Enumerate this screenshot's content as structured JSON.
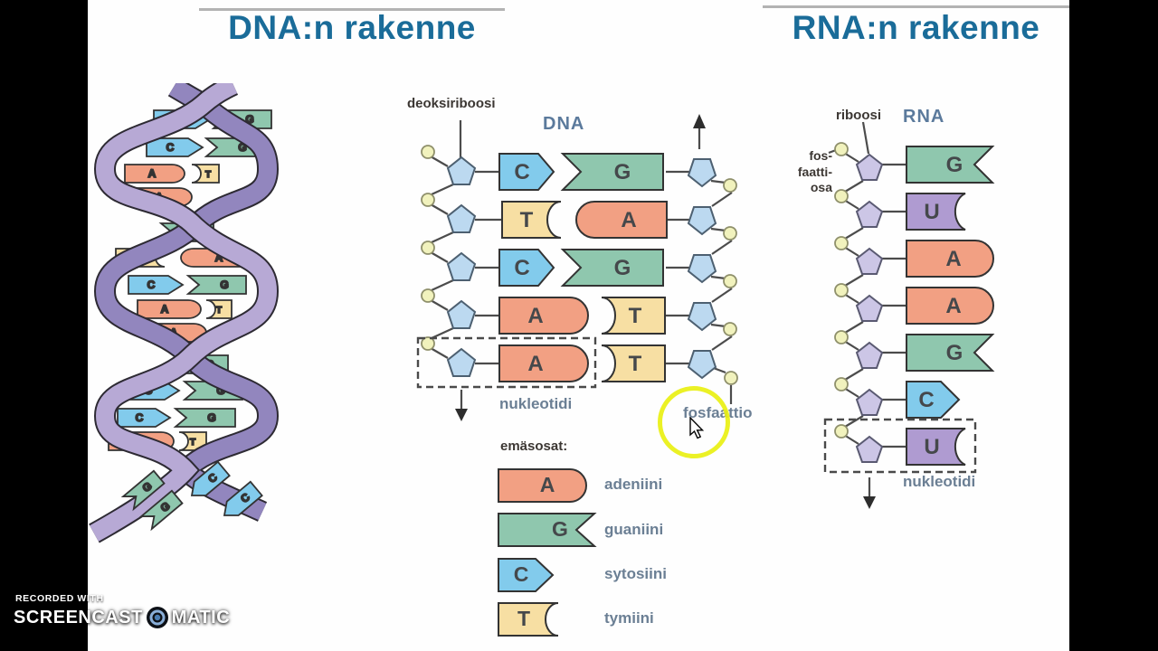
{
  "titles": {
    "dna": "DNA:n rakenne",
    "rna": "RNA:n rakenne"
  },
  "dna_diagram": {
    "sugar_label": "deoksiriboosi",
    "molecule_label": "DNA",
    "nucleotide_label": "nukleotidi",
    "phosphate_label": "fosfaattio",
    "rows": [
      {
        "left": "C",
        "right": "G"
      },
      {
        "left": "T",
        "right": "A"
      },
      {
        "left": "C",
        "right": "G"
      },
      {
        "left": "A",
        "right": "T"
      },
      {
        "left": "A",
        "right": "T"
      }
    ]
  },
  "rna_diagram": {
    "sugar_label": "riboosi",
    "molecule_label": "RNA",
    "phosphate_label_lines": [
      "fos-",
      "faatti-",
      "osa"
    ],
    "nucleotide_label": "nukleotidi",
    "bases": [
      "G",
      "U",
      "A",
      "A",
      "G",
      "C",
      "U"
    ]
  },
  "legend": {
    "heading": "emäsosat:",
    "items": [
      {
        "letter": "A",
        "name": "adeniini"
      },
      {
        "letter": "G",
        "name": "guaniini"
      },
      {
        "letter": "C",
        "name": "sytosiini"
      },
      {
        "letter": "T",
        "name": "tymiini"
      }
    ]
  },
  "helix": {
    "pairs": [
      {
        "left": "C",
        "right": "G"
      },
      {
        "left": "C",
        "right": "G"
      },
      {
        "left": "A",
        "right": "T"
      },
      {
        "left": "A",
        "right": ""
      },
      {
        "left": "",
        "right": "G"
      },
      {
        "left": "T",
        "right": "A"
      },
      {
        "left": "C",
        "right": "G"
      },
      {
        "left": "A",
        "right": "T"
      },
      {
        "left": "A",
        "right": ""
      },
      {
        "left": "",
        "right": "G"
      },
      {
        "left": "C",
        "right": "G"
      },
      {
        "left": "C",
        "right": "G"
      },
      {
        "left": "A",
        "right": "T"
      }
    ],
    "loose_bases": [
      "G",
      "G",
      "C",
      "C"
    ]
  },
  "watermark": {
    "line1": "RECORDED WITH",
    "brand_left": "SCREENCAST",
    "brand_right": "MATIC"
  },
  "colors": {
    "title": "#1a6c99",
    "adenine": "#f2a083",
    "guanine": "#8fc7ae",
    "cytosine": "#82cbec",
    "thymine": "#f7dfa3",
    "uracil": "#af9bd1",
    "ribbon_light": "#b7a9d5",
    "ribbon_dark": "#9286be",
    "highlight_ring": "#e8ef00"
  }
}
